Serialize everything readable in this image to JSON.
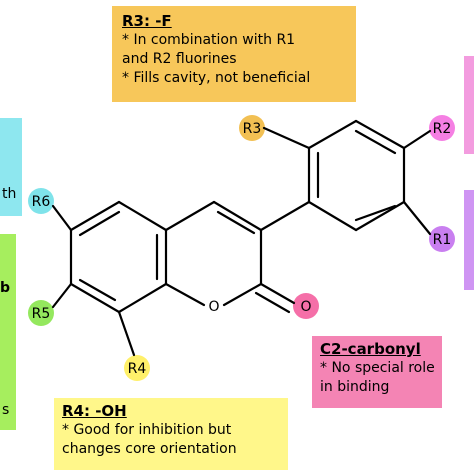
{
  "boxes": {
    "r3": {
      "title": "R3: -F",
      "lines": [
        "* In combination with R1",
        "and R2 fluorines",
        "* Fills cavity, not beneficial"
      ]
    },
    "r4": {
      "title": "R4: -OH",
      "lines": [
        "* Good for inhibition but",
        "changes core orientation"
      ]
    },
    "c2": {
      "title": "C2-carbonyl",
      "lines": [
        "* No special role",
        "in binding"
      ]
    }
  },
  "edge_fragments": {
    "cyan": "th",
    "green_top": "b",
    "green_bottom": "s"
  },
  "atoms": {
    "r1": "R1",
    "r2": "R2",
    "r3": "R3",
    "r4": "R4",
    "r5": "R5",
    "r6": "R6",
    "ring_oxygen": "O",
    "carbonyl_oxygen": "O"
  },
  "colors": {
    "r1": "#c97ff0",
    "r2": "#f57fe3",
    "r3": "#f2c053",
    "r4": "#fff06a",
    "r5": "#94e85e",
    "r6": "#7fe3ea",
    "carbonyl": "#f56fa8"
  }
}
